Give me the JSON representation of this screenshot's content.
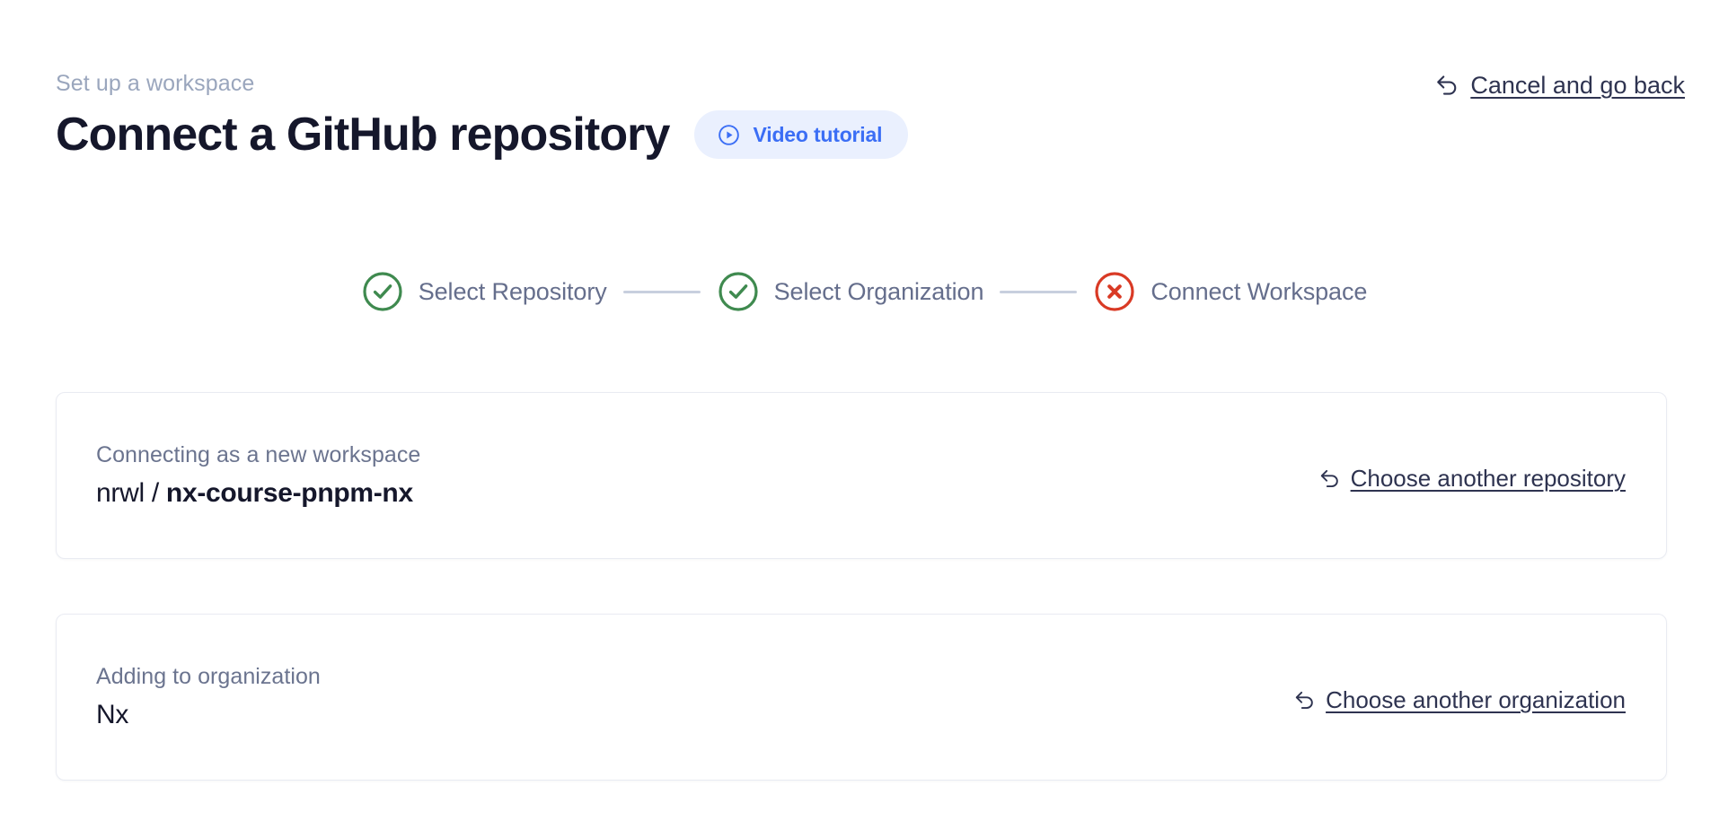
{
  "header": {
    "eyebrow": "Set up a workspace",
    "title": "Connect a GitHub repository",
    "video_badge_label": "Video tutorial",
    "video_badge_icon": "play-circle-icon",
    "cancel_link_label": "Cancel and go back",
    "cancel_link_icon": "arrow-uturn-left-icon"
  },
  "stepper": {
    "steps": [
      {
        "label": "Select Repository",
        "state": "complete",
        "icon": "check-circle-icon"
      },
      {
        "label": "Select Organization",
        "state": "complete",
        "icon": "check-circle-icon"
      },
      {
        "label": "Connect Workspace",
        "state": "error",
        "icon": "x-circle-icon"
      }
    ]
  },
  "cards": {
    "repository": {
      "caption": "Connecting as a new workspace",
      "owner": "nrwl",
      "separator": " / ",
      "name": "nx-course-pnpm-nx",
      "link_label": "Choose another repository",
      "link_icon": "arrow-uturn-left-icon"
    },
    "organization": {
      "caption": "Adding to organization",
      "name": "Nx",
      "link_label": "Choose another organization",
      "link_icon": "arrow-uturn-left-icon"
    }
  },
  "colors": {
    "page_background": "#ffffff",
    "title": "#15172b",
    "eyebrow": "#9aa6bd",
    "muted_text": "#6b748f",
    "link": "#2e3350",
    "accent_blue": "#3b6ef5",
    "badge_background": "#eaf0fe",
    "step_complete": "#3f8a4f",
    "step_error": "#d93a25",
    "connector": "#c8cfde",
    "card_border": "#e9ebf2"
  }
}
